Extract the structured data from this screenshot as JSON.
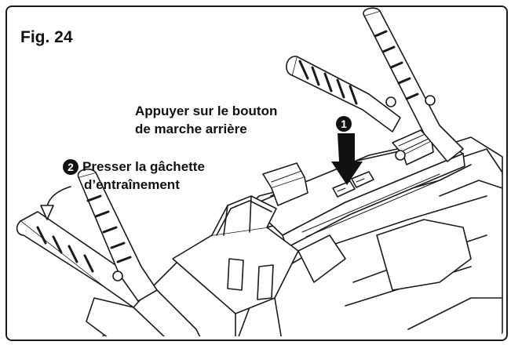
{
  "figure": {
    "label": "Fig. 24"
  },
  "steps": [
    {
      "number": "1",
      "lines": [
        "Appuyer sur le bouton",
        "de marche arrière"
      ]
    },
    {
      "number": "2",
      "lines": [
        "Presser la gâchette",
        "d’entraînement"
      ]
    }
  ]
}
